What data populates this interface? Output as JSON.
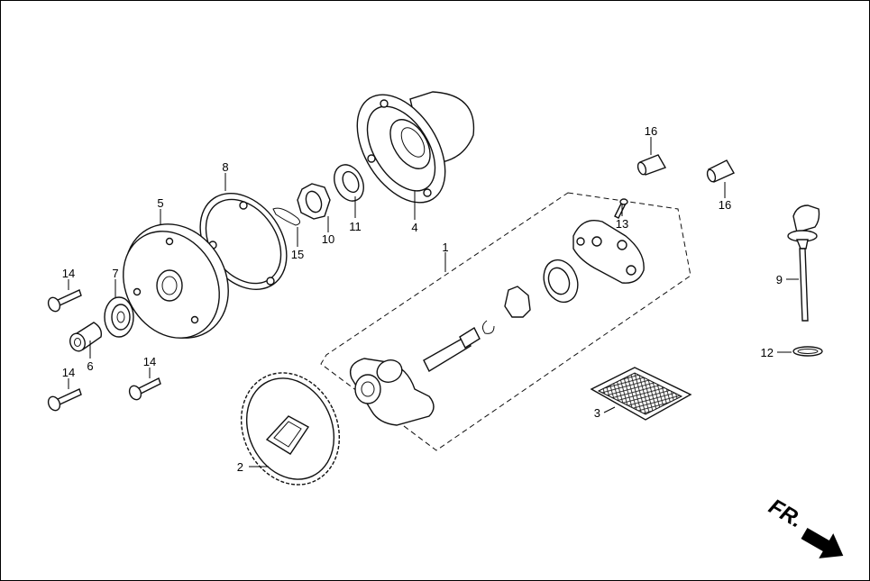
{
  "diagram": {
    "direction_label": "FR.",
    "parts": {
      "p1": "1",
      "p2": "2",
      "p3": "3",
      "p4": "4",
      "p5": "5",
      "p6": "6",
      "p7": "7",
      "p8": "8",
      "p9": "9",
      "p10": "10",
      "p11": "11",
      "p12": "12",
      "p13": "13",
      "p14a": "14",
      "p14b": "14",
      "p14c": "14",
      "p15": "15",
      "p16a": "16",
      "p16b": "16"
    }
  }
}
